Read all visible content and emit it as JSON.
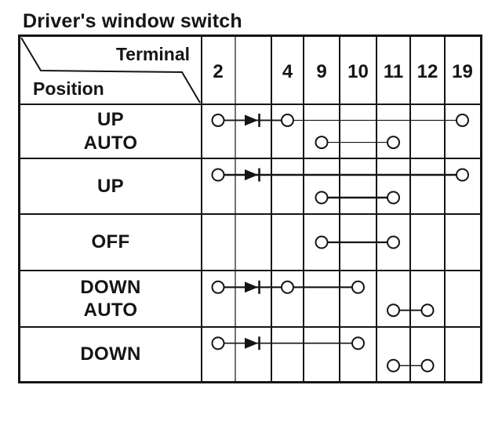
{
  "title": "Driver's window switch",
  "colors": {
    "ink": "#151515",
    "paper": "#ffffff"
  },
  "header": {
    "terminal_label": "Terminal",
    "position_label": "Position"
  },
  "chart_data": {
    "type": "table",
    "title": "Driver's window switch terminal connections",
    "columns": [
      "2",
      "",
      "4",
      "9",
      "10",
      "11",
      "12",
      "19"
    ],
    "rows": [
      {
        "position": [
          "UP",
          "AUTO"
        ],
        "connections": [
          {
            "level": "top",
            "diode": true,
            "circles": [
              "2",
              "4",
              "19"
            ],
            "segments": [
              {
                "from": "2",
                "to": "4",
                "stroke": 1.8
              },
              {
                "from": "4",
                "to": "19",
                "stroke": 1.1
              }
            ]
          },
          {
            "level": "bottom",
            "diode": false,
            "circles": [
              "9",
              "11"
            ],
            "segments": [
              {
                "from": "9",
                "to": "11",
                "stroke": 1.1
              }
            ]
          }
        ]
      },
      {
        "position": [
          "UP"
        ],
        "connections": [
          {
            "level": "top",
            "diode": true,
            "circles": [
              "2",
              "19"
            ],
            "segments": [
              {
                "from": "2",
                "to": "19",
                "stroke": 2.4
              }
            ]
          },
          {
            "level": "bottom",
            "diode": false,
            "circles": [
              "9",
              "11"
            ],
            "segments": [
              {
                "from": "9",
                "to": "11",
                "stroke": 2.4
              }
            ]
          }
        ]
      },
      {
        "position": [
          "OFF"
        ],
        "connections": [
          {
            "level": "middle",
            "diode": false,
            "circles": [
              "9",
              "11"
            ],
            "segments": [
              {
                "from": "9",
                "to": "11",
                "stroke": 2.2
              }
            ]
          }
        ]
      },
      {
        "position": [
          "DOWN",
          "AUTO"
        ],
        "connections": [
          {
            "level": "top",
            "diode": true,
            "circles": [
              "2",
              "4",
              "10"
            ],
            "segments": [
              {
                "from": "2",
                "to": "10",
                "stroke": 2.2
              }
            ]
          },
          {
            "level": "bottom",
            "diode": false,
            "circles": [
              "11",
              "12"
            ],
            "segments": [
              {
                "from": "11",
                "to": "12",
                "stroke": 1.8
              }
            ]
          }
        ]
      },
      {
        "position": [
          "DOWN"
        ],
        "connections": [
          {
            "level": "top",
            "diode": true,
            "circles": [
              "2",
              "10"
            ],
            "segments": [
              {
                "from": "2",
                "to": "10",
                "stroke": 1.6
              }
            ]
          },
          {
            "level": "bottom",
            "diode": false,
            "circles": [
              "11",
              "12"
            ],
            "segments": [
              {
                "from": "11",
                "to": "12",
                "stroke": 1.4
              }
            ]
          }
        ]
      }
    ]
  }
}
